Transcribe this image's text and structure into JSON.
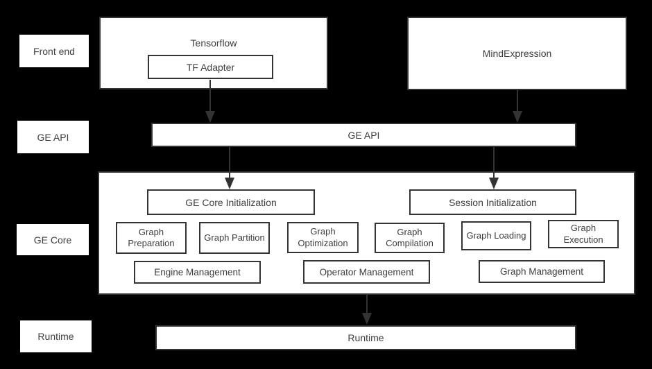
{
  "colors": {
    "background": "#000000",
    "box_fill": "#ffffff",
    "border": "#333333",
    "text": "#3d3d3d"
  },
  "side_labels": {
    "front_end": "Front end",
    "ge_api": "GE API",
    "ge_core": "GE Core",
    "runtime": "Runtime"
  },
  "front_end": {
    "tensorflow_label": "Tensorflow",
    "tf_adapter_label": "TF Adapter",
    "mindexpression_label": "MindExpression"
  },
  "ge_api": {
    "bar_label": "GE API"
  },
  "ge_core": {
    "ge_core_initialization_label": "GE Core Initialization",
    "session_initialization_label": "Session Initialization",
    "modules": [
      {
        "label": "Graph Preparation"
      },
      {
        "label": "Graph Partition"
      },
      {
        "label": "Graph Optimization"
      },
      {
        "label": "Graph Compilation"
      },
      {
        "label": "Graph Loading"
      },
      {
        "label": "Graph Execution"
      }
    ],
    "management": [
      {
        "label": "Engine Management"
      },
      {
        "label": "Operator Management"
      },
      {
        "label": "Graph Management"
      }
    ]
  },
  "runtime": {
    "bar_label": "Runtime"
  }
}
